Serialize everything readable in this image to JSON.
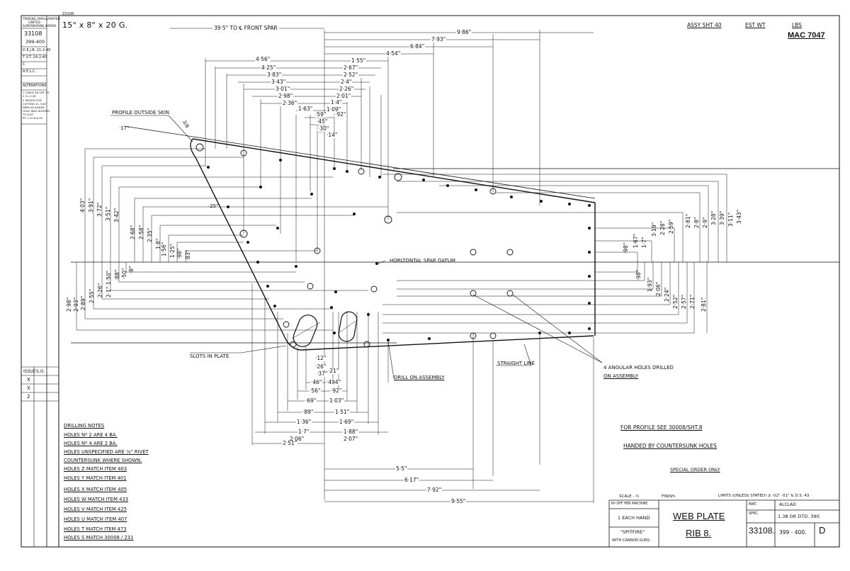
{
  "header": {
    "material_size": "15\" x 8\" x 20 G.",
    "front_spar": "39·5\"  TO  ℄  FRONT  SPAR",
    "assy": "ASSY  SHT 40",
    "est_wt": "EST  WT",
    "lbs": "LBS",
    "mac": "MAC 7047",
    "tiny_ref": "Z3108"
  },
  "left_block": {
    "firm": [
      "TRADING AMALGAMATED",
      "LIMITED",
      "SUPERMARINE WORKS"
    ],
    "drawing_no": "33108",
    "sheet": "399-400",
    "rows": [
      "D E.J.B. 21-2-40",
      "T V.T. 24-2-40",
      "C",
      "A E.L.C."
    ],
    "alterations_label": "ALTERATIONS",
    "alterations": [
      "1 CABLE AS SHT 29",
      "2 21-3-40",
      "3 ISSUED FOR",
      "CUTTING 21-3-40",
      "DIMS AS ADDED",
      "HOLE WAS ALTERED",
      "TO SUIT",
      "RT 1-10 6-6-40"
    ],
    "issue_label": "ISSUE",
    "so_label": "S.O.",
    "issues": [
      "X",
      "X",
      "2"
    ]
  },
  "top_dims": [
    "9·86\"",
    "7·93\"",
    "6·84\"",
    "4·54\"",
    "1·55\"",
    "4·56\"",
    "4·25\"",
    "3·83\"",
    "3·43\"",
    "3·01\"",
    "2·98\"",
    "2·36\"",
    "1·63\"",
    "2·67\"",
    "2·52\"",
    "2·4\"",
    "2·26\"",
    "2·01\"",
    "1·4\"",
    "1·09\"",
    "·59\"",
    "·92\"",
    "·45\"",
    "·30\"",
    "·14\""
  ],
  "bottom_dims": [
    "·46\"",
    "·494\"",
    "·56\"",
    "·92\"",
    "·69\"",
    "1·03\"",
    "·89\"",
    "1·51\"",
    "1·36\"",
    "1·69\"",
    "1·7\"",
    "1·88\"",
    "2·06\"",
    "2·07\"",
    "2·51\"",
    "5·5\"",
    "6·17\"",
    "7·92\"",
    "9·55\"",
    "·12\"",
    "·26\"",
    "·37\"",
    "·21\""
  ],
  "left_vdims": [
    "4·03\"",
    "3·91\"",
    "3·72\"",
    "3·51\"",
    "3·42\"",
    "2·68\"",
    "2·58\"",
    "2·35\"",
    "1·8\"",
    "1·56\"",
    "1·25\"",
    "·98\"",
    "·83\"",
    "·50\"",
    "·88\"",
    "·8\"",
    "1·50\"",
    "2·26\"",
    "2·1\"",
    "2·55\"",
    "2·89\"",
    "2·93\"",
    "2·98\""
  ],
  "right_vdims": [
    "3·19\"",
    "2·81\"",
    "2·8\"",
    "2·9\"",
    "2·59\"",
    "2·28\"",
    "3·28\"",
    "3·39\"",
    "3·11\"",
    "3·43\"",
    "·98\"",
    "1·67\"",
    "1·7\"",
    "·98\"",
    "1·93\"",
    "2·06\"",
    "2·24\"",
    "2·52\"",
    "2·57\"",
    "2·71\"",
    "2·81\""
  ],
  "labels": {
    "profile_outside_skin": "PROFILE  OUTSIDE  SKIN",
    "horizontal_spar_datum": "HORIZONTAL SPAR  DATUM",
    "slots_in_plate": "SLOTS  IN  PLATE",
    "drill_on_assembly": "DRILL  ON  ASSEMBLY",
    "straight_line": "STRAIGHT  LINE",
    "angular_holes": [
      "4  ANGULAR  HOLES  DRILLED",
      "ON  ASSEMBLY"
    ],
    "angle_17": "·17\"",
    "radius_38": "3/8",
    "dim_25": "·25\""
  },
  "drilling_notes": {
    "title": "DRILLING  NOTES",
    "lines": [
      "HOLES  Nº 2  ARE  4  BA.",
      "HOLES  Nº 4  ARE  2  BA.",
      "HOLES  UNSPECIFIED  ARE  ⅛\"  RIVET",
      "COUNTERSUNK  WHERE  SHOWN.",
      "HOLES  Z  MATCH  ITEM  403",
      "HOLES  Y  MATCH  ITEM  401",
      "HOLES  X  MATCH  ITEM  405",
      "HOLES  W  MATCH  ITEM  433",
      "HOLES  V  MATCH  ITEM  425",
      "HOLES  U  MATCH  ITEM  407",
      "HOLES  T  MATCH  ITEM  473",
      "HOLES  S  MATCH  30008 / 231"
    ]
  },
  "right_notes": {
    "profile": "FOR  PROFILE  SEE  30008/SHT.8",
    "handed": "HANDED  BY  COUNTERSUNK  HOLES",
    "special": "SPECIAL  ORDER  ONLY"
  },
  "title_block": {
    "scale": "SCALE - ½",
    "finish": "FINISH-",
    "limits": "LIMITS (UNLESS STATED)  ± ·02\" ·01\"  & D.S. 43",
    "mat_label": "MAT.",
    "mat_value": "ALCLAD",
    "spec_label": "SPEC.",
    "spec_value": "1.38 OR DTD. 390.",
    "no_off_label": "Nº OFF PER MACHINE",
    "no_off_value": "1 EACH HAND",
    "aircraft": "\"SPITFIRE\"",
    "variant": "WITH CANNON GUNS.",
    "title_line1": "WEB  PLATE",
    "title_line2": "RIB  8.",
    "drawing_no": "33108.",
    "sheet": "399 - 400.",
    "issue": "D"
  }
}
